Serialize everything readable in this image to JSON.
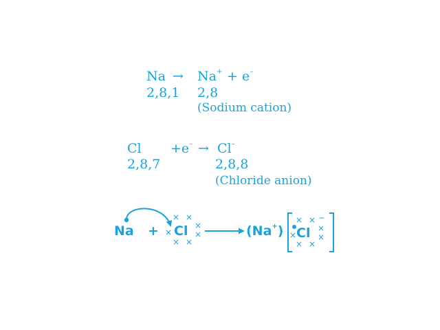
{
  "sodium": {
    "na": "Na",
    "arrow": "→",
    "na_cation": "Na",
    "plus_sign": "+",
    "plus_e": "+ e",
    "minus_sign": "–",
    "config_left": "2,8,1",
    "config_right": "2,8",
    "label": "(Sodium cation)"
  },
  "chlorine": {
    "cl": "Cl",
    "plus_e": "+e",
    "minus_sign": "–",
    "arrow": "→",
    "cl_anion": "Cl",
    "config_left": "2,8,7",
    "config_right": "2,8,8",
    "label": "(Chloride anion)"
  },
  "lewis": {
    "na": "Na",
    "plus": "+",
    "cl": "Cl",
    "na_ion": "(Na",
    "plus_sign": "+",
    "close_paren": ")",
    "cl_ion": "Cl",
    "cross": "×",
    "minus_sign": "–"
  },
  "colors": {
    "accent": "#1aa3db"
  }
}
